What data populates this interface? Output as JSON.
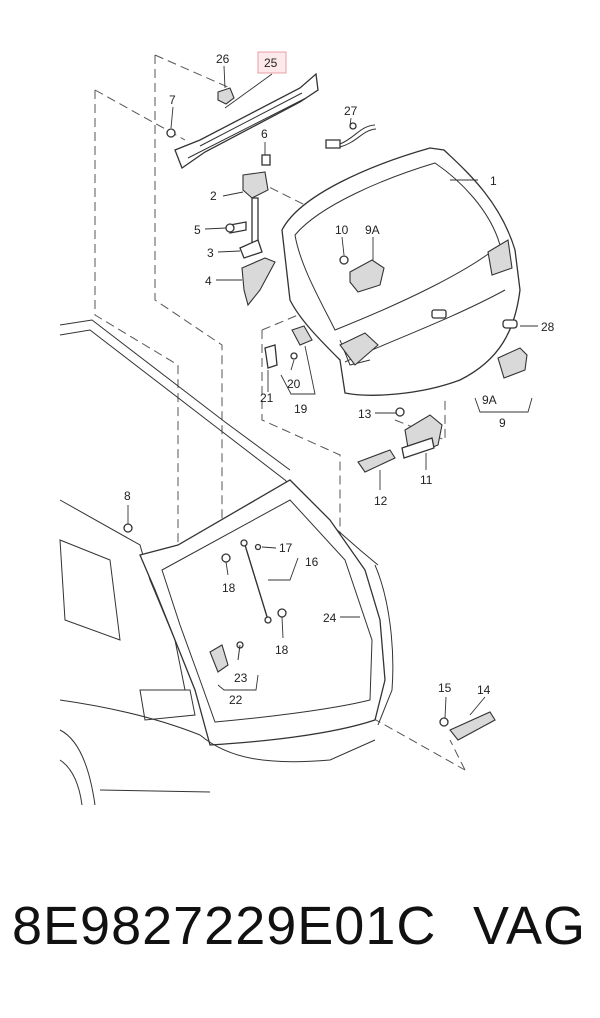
{
  "callouts": {
    "c1": "1",
    "c2": "2",
    "c3": "3",
    "c4": "4",
    "c5": "5",
    "c6": "6",
    "c7": "7",
    "c8": "8",
    "c9": "9",
    "c9a1": "9A",
    "c9a2": "9A",
    "c10": "10",
    "c11": "11",
    "c12": "12",
    "c13": "13",
    "c14": "14",
    "c15": "15",
    "c16": "16",
    "c17": "17",
    "c18a": "18",
    "c18b": "18",
    "c19": "19",
    "c20": "20",
    "c21": "21",
    "c22": "22",
    "c23": "23",
    "c24": "24",
    "c25": "25",
    "c26": "26",
    "c27": "27",
    "c28": "28"
  },
  "highlighted_callout": "25",
  "colors": {
    "highlight_border": "#e8a0a8",
    "highlight_fill": "#fde8ea",
    "line": "#333333"
  },
  "caption": {
    "part_number": "8E9827229E01C",
    "brand": "VAG"
  }
}
